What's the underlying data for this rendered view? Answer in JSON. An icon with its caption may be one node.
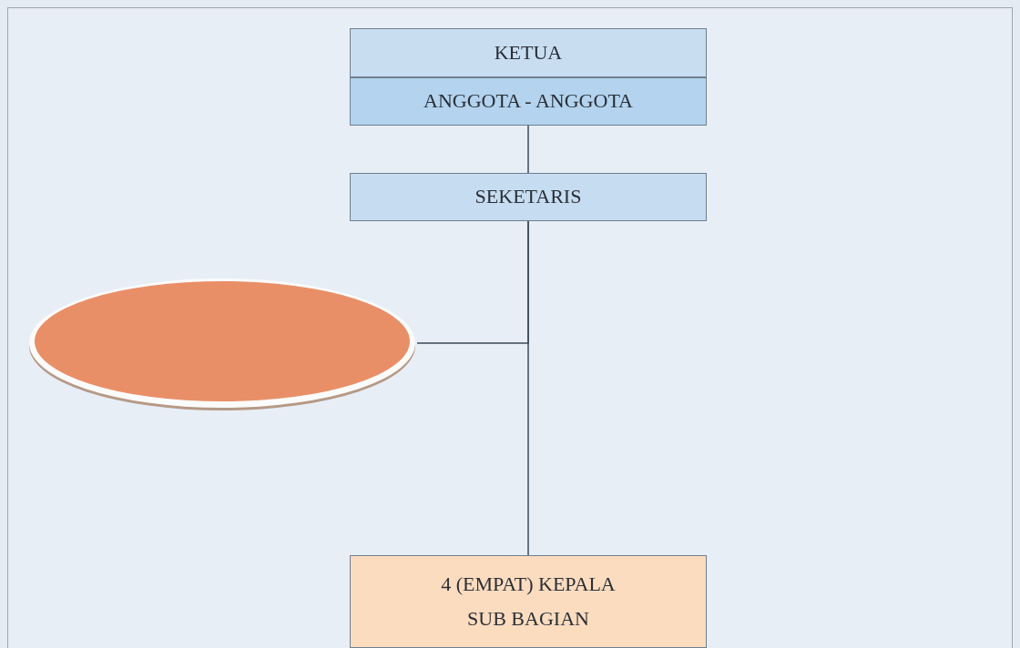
{
  "diagram": {
    "nodes": [
      {
        "text": [
          "KETUA"
        ]
      },
      {
        "text": [
          "ANGGOTA - ANGGOTA"
        ]
      },
      {
        "text": [
          "SEKETARIS"
        ]
      },
      {
        "text": [],
        "shape": "ellipse"
      },
      {
        "text": [
          "4 (EMPAT) KEPALA SUB BAGIAN"
        ]
      }
    ],
    "edges": [
      {
        "from": 1,
        "to": 2,
        "arrow": "none"
      },
      {
        "from": 2,
        "to": 4,
        "arrow": "none"
      },
      {
        "from": 2,
        "to": 3,
        "arrow": "none"
      }
    ]
  }
}
